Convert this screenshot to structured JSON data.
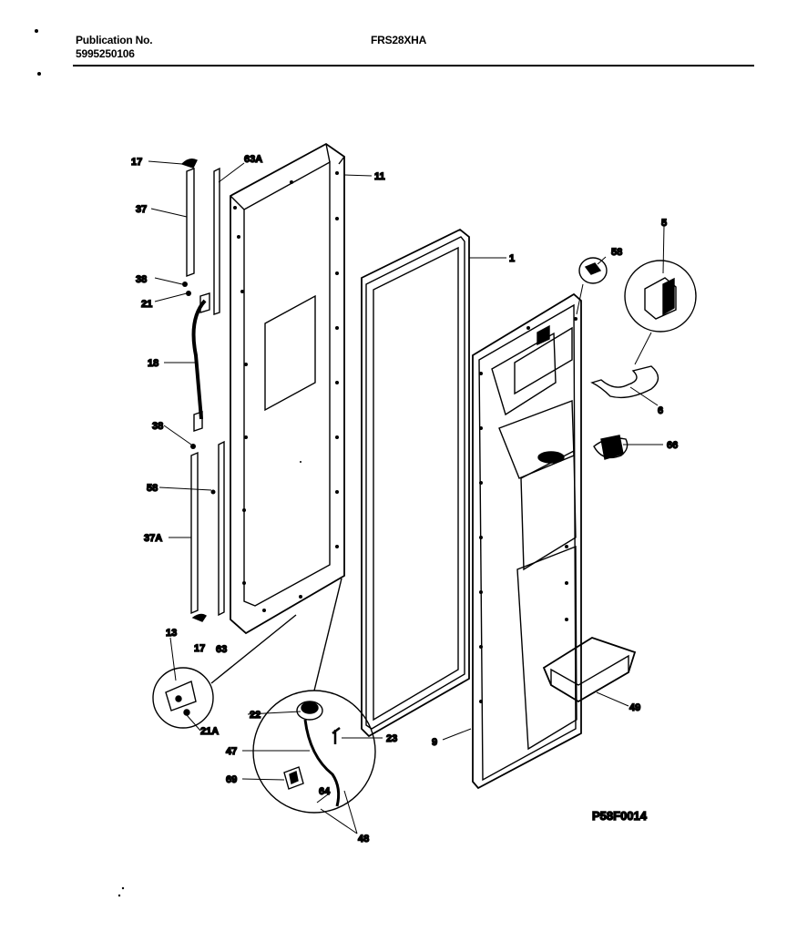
{
  "header": {
    "publication_label": "Publication No.",
    "publication_number": "5995250106",
    "model": "FRS28XHA"
  },
  "diagram": {
    "code": "P58F0014",
    "callouts": {
      "c17a": "17",
      "c63a": "63A",
      "c11": "11",
      "c37": "37",
      "c1": "1",
      "c58a": "58",
      "c5": "5",
      "c38a": "38",
      "c21": "21",
      "c18": "18",
      "c6": "6",
      "c38b": "38",
      "c66": "66",
      "c58b": "58",
      "c37a": "37A",
      "c17b": "17",
      "c63": "63",
      "c13": "13",
      "c21a": "21A",
      "c49": "49",
      "c22": "22",
      "c23": "23",
      "c9": "9",
      "c47": "47",
      "c69": "69",
      "c64": "64",
      "c48": "48"
    }
  }
}
